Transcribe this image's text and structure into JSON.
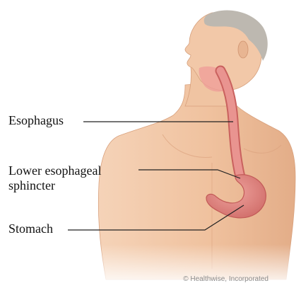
{
  "labels": {
    "esophagus": "Esophagus",
    "les_line1": "Lower esophageal",
    "les_line2": "sphincter",
    "stomach": "Stomach"
  },
  "credit": "© Healthwise, Incorporated",
  "colors": {
    "skin": "#f2c7a8",
    "skin_shadow": "#dfa985",
    "hair": "#bdb8b0",
    "organ": "#e48a86",
    "organ_dark": "#c9615e",
    "leader": "#222222"
  }
}
